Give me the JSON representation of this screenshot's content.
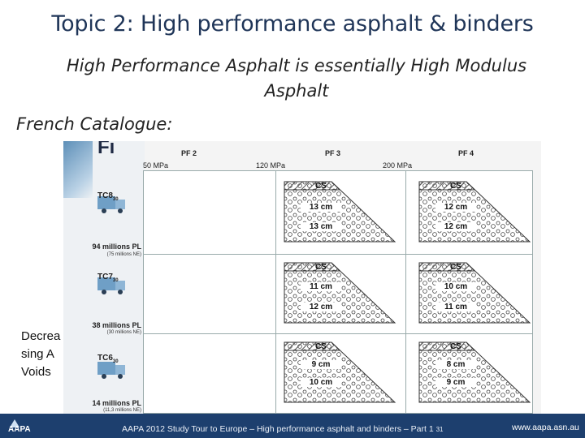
{
  "slide": {
    "title": "Topic 2: High performance asphalt & binders",
    "subtitle": "High Performance Asphalt is essentially High Modulus Asphalt",
    "catalogue_label": "French Catalogue:",
    "side_label": [
      "Decrea",
      "sing A",
      "Voids"
    ]
  },
  "catalogue": {
    "logo_text": "Fi",
    "columns": [
      "PF 2",
      "PF 3",
      "PF 4"
    ],
    "moduli": [
      "50 MPa",
      "120 MPa",
      "200 MPa"
    ],
    "rows": [
      {
        "truck_label": "TC8",
        "truck_sub": "30",
        "traffic": "94 millions PL",
        "traffic_note": "(75 millions NE)",
        "cells": [
          {
            "surface": "CS",
            "layers": [
              "13 cm",
              "13 cm"
            ]
          },
          {
            "surface": "CS",
            "layers": [
              "12 cm",
              "12 cm"
            ]
          }
        ]
      },
      {
        "truck_label": "TC7",
        "truck_sub": "30",
        "traffic": "38 millions PL",
        "traffic_note": "(30 millions NE)",
        "cells": [
          {
            "surface": "CS",
            "layers": [
              "11 cm",
              "12 cm"
            ]
          },
          {
            "surface": "CS",
            "layers": [
              "10 cm",
              "11 cm"
            ]
          }
        ]
      },
      {
        "truck_label": "TC6",
        "truck_sub": "30",
        "traffic": "14 millions PL",
        "traffic_note": "(11,3 millions NE)",
        "cells": [
          {
            "surface": "CS",
            "layers": [
              "9 cm",
              "10 cm"
            ]
          },
          {
            "surface": "CS",
            "layers": [
              "8 cm",
              "9 cm"
            ]
          }
        ]
      }
    ]
  },
  "footer": {
    "logo": "AAPA",
    "text": "AAPA 2012 Study Tour to Europe – High performance asphalt and binders – Part 1",
    "page": "31",
    "url": "www.aapa.asn.au"
  },
  "colors": {
    "title": "#1f3558",
    "footer": "#1d3f6e",
    "truck": "#6f9fc6"
  }
}
